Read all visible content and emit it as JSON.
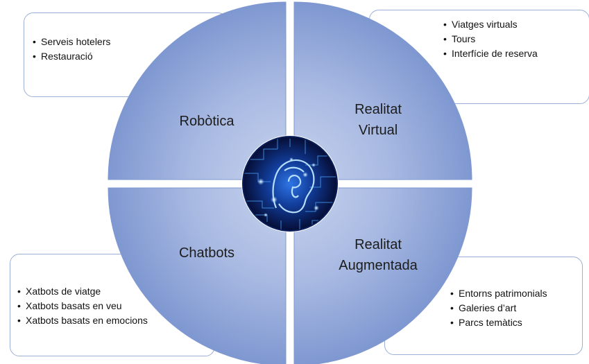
{
  "quadrants": {
    "top_left": {
      "label": "Robòtica",
      "items": [
        "Serveis hotelers",
        "Restauració"
      ]
    },
    "top_right": {
      "label_line1": "Realitat",
      "label_line2": "Virtual",
      "items": [
        "Viatges virtuals",
        "Tours",
        "Interfície de reserva"
      ]
    },
    "bottom_left": {
      "label": "Chatbots",
      "items": [
        "Xatbots de viatge",
        "Xatbots basats en veu",
        "Xatbots basats en emocions"
      ]
    },
    "bottom_right": {
      "label_line1": "Realitat",
      "label_line2": "Augmentada",
      "items": [
        "Entorns patrimonials",
        "Galeries d’art",
        "Parcs temàtics"
      ]
    }
  },
  "center_image": {
    "icon": "ai-brain-circuit-head-icon"
  },
  "colors": {
    "quadrant_fill_light": "#b9c7e8",
    "quadrant_fill_dark": "#7f98d1",
    "box_border": "#9bb0d8",
    "divider": "#ffffff"
  }
}
